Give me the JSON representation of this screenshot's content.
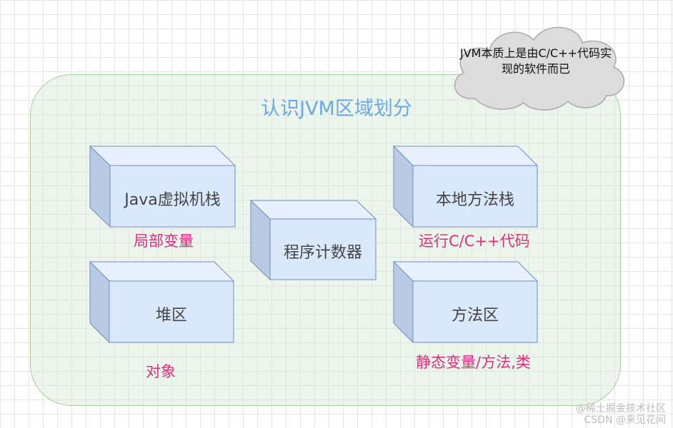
{
  "diagram": {
    "title": "认识JVM区域划分",
    "cloud_note": [
      "JVM本质上是由C/C++代码实",
      "现的软件而已"
    ],
    "boxes": [
      {
        "label": "Java虚拟机栈",
        "note": "局部变量"
      },
      {
        "label": "程序计数器"
      },
      {
        "label": "本地方法栈",
        "note": "运行C/C++代码"
      },
      {
        "label": "堆区",
        "note": "对象"
      },
      {
        "label": "方法区",
        "note": "静态变量/方法,类"
      }
    ]
  },
  "watermark": {
    "line1": "@稀土掘金技术社区",
    "line2": "CSDN @来见花间"
  },
  "colors": {
    "region_fill": "#d5e8d4",
    "region_border": "#82b366",
    "box_fill": "#dae8fc",
    "box_border": "#6c8ebf",
    "title": "#6aa9e8",
    "note": "#e0307a"
  }
}
